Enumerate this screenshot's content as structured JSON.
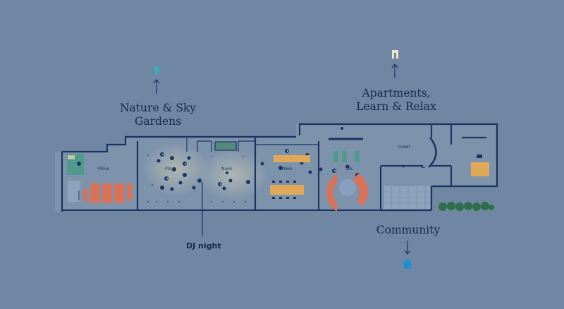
{
  "destinations": {
    "nature": {
      "label_line1": "Nature & Sky",
      "label_line2": "Gardens",
      "icon": "sprout-icon",
      "icon_color": "#2bb3b8"
    },
    "apartments": {
      "label_line1": "Apartments,",
      "label_line2": "Learn & Relax",
      "icon": "door-icon",
      "icon_color": "#efe6c8"
    },
    "community": {
      "label": "Community",
      "icon": "people-icon",
      "icon_color": "#1d8fd1"
    }
  },
  "event": {
    "label": "DJ night"
  },
  "rooms": {
    "move": "Move",
    "play": "Play",
    "nook": "Nook",
    "make": "Make",
    "talk": "Talk",
    "greet": "Greet"
  },
  "colors": {
    "background": "#6f87a2",
    "walls": "#1b3462",
    "floor": "#7c92ab",
    "accent_orange": "#d8735a",
    "accent_yellow": "#e0a95a",
    "accent_green": "#4f9a8a"
  }
}
